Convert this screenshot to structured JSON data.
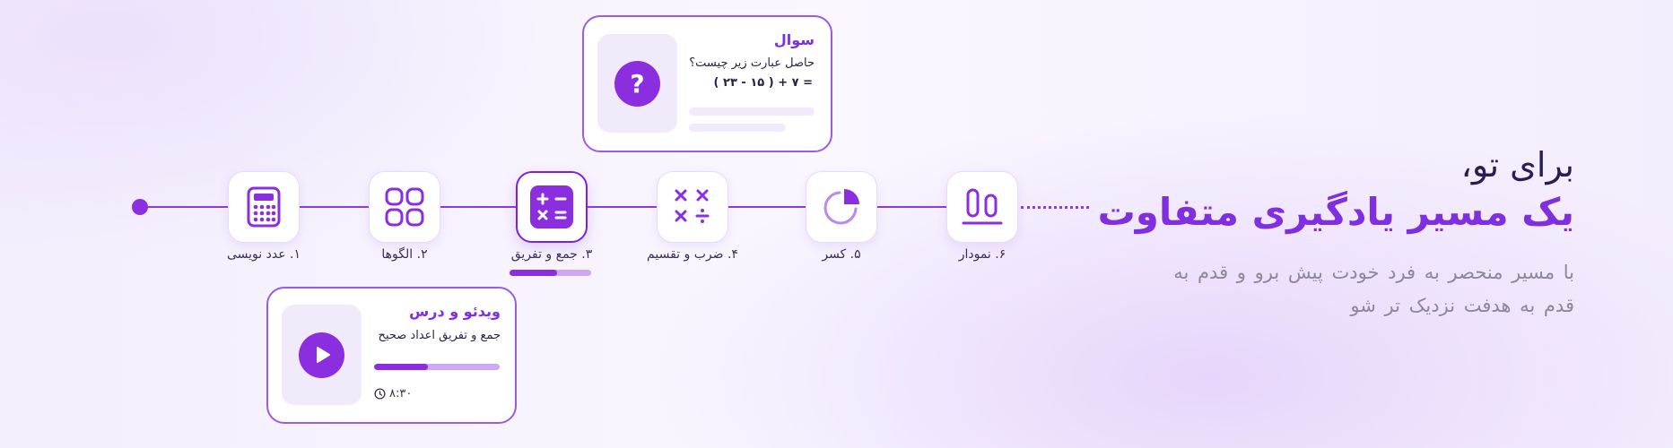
{
  "hero": {
    "line1": "برای تو،",
    "line2": "یک مسیر یادگیری متفاوت",
    "desc_line1": "با مسیر منحصر به فرد خودت پیش برو و قدم به",
    "desc_line2": "قدم به هدفت نزدیک تر شو"
  },
  "steps": [
    {
      "label": "۱. عدد نویسی",
      "icon": "calculator-icon"
    },
    {
      "label": "۲. الگوها",
      "icon": "grid-icon"
    },
    {
      "label": "۳. جمع و تفریق",
      "icon": "plus-minus-icon",
      "active": true,
      "progress": 0.58
    },
    {
      "label": "۴. ضرب و تقسیم",
      "icon": "multiply-divide-icon"
    },
    {
      "label": "۵. کسر",
      "icon": "pie-chart-icon"
    },
    {
      "label": "۶. نمودار",
      "icon": "bar-chart-icon"
    }
  ],
  "question_card": {
    "title": "سوال",
    "text": "حاصل عبارت زیر چیست؟",
    "expression": "= ۷ + ( ۱۵ - ۲۳ )",
    "icon_glyph": "?"
  },
  "video_card": {
    "title": "ویدئو و درس",
    "subtitle": "جمع و تفریق اعداد صحیح",
    "duration": "۸:۳۰",
    "progress": 0.43
  },
  "colors": {
    "accent": "#8a2ee0",
    "accent_light": "#cda9f4",
    "heading_dark": "#2b1c55",
    "muted_text": "#8c8799"
  }
}
